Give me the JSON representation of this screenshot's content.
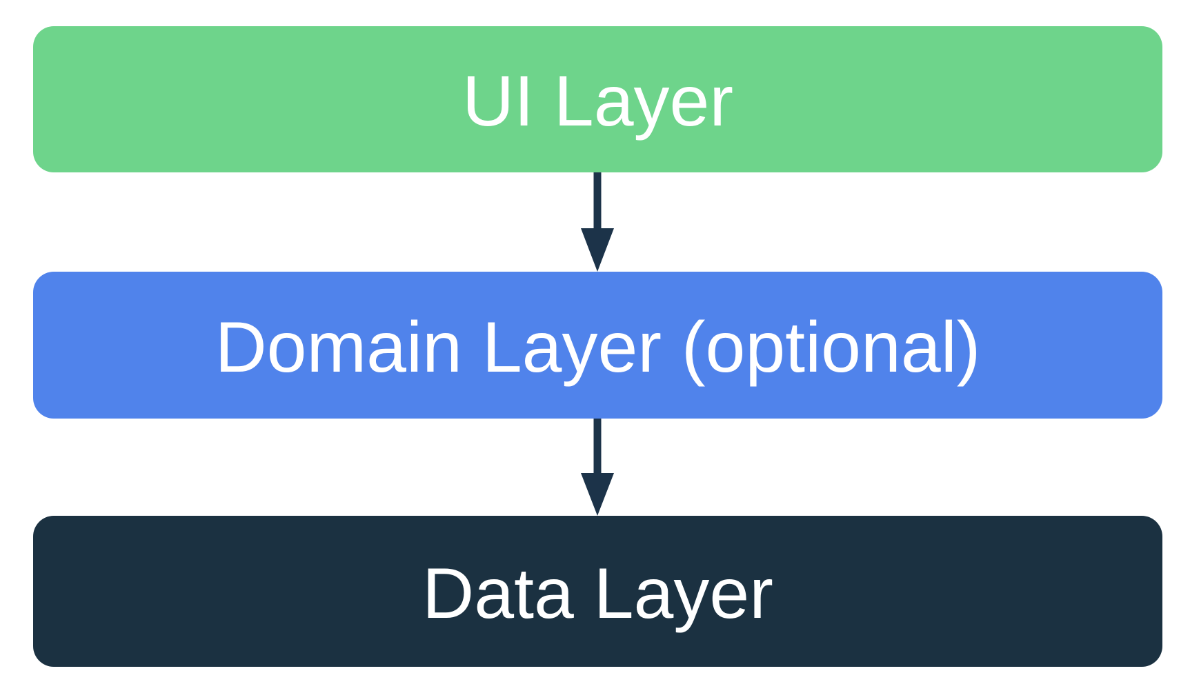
{
  "page": {
    "background_color": "#FFFFFF"
  },
  "diagram": {
    "layers": [
      {
        "id": "ui",
        "label": "UI Layer",
        "color": "#6ED48B",
        "text_color": "#FFFFFF"
      },
      {
        "id": "domain",
        "label": "Domain Layer (optional)",
        "color": "#5083EB",
        "text_color": "#FFFFFF"
      },
      {
        "id": "data",
        "label": "Data Layer",
        "color": "#1B3141",
        "text_color": "#FFFFFF"
      }
    ],
    "arrows": [
      {
        "id": "ui-to-domain",
        "direction": "down",
        "color": "#1C3349"
      },
      {
        "id": "domain-to-data",
        "direction": "down",
        "color": "#1C3349"
      }
    ]
  }
}
